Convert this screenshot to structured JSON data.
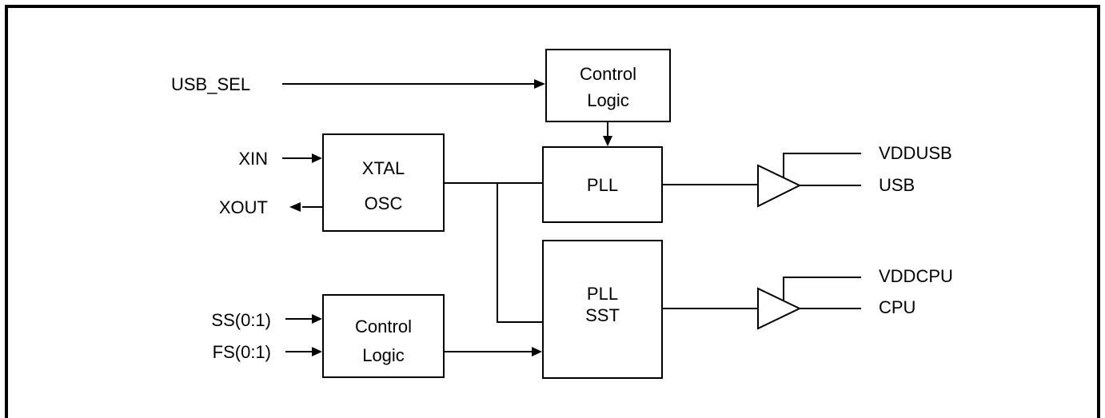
{
  "diagram": {
    "inputs": {
      "usb_sel": "USB_SEL",
      "xin": "XIN",
      "xout": "XOUT",
      "ss": "SS(0:1)",
      "fs": "FS(0:1)"
    },
    "blocks": {
      "control_logic_top": [
        "Control",
        "Logic"
      ],
      "xtal_osc": [
        "XTAL",
        "OSC"
      ],
      "pll": "PLL",
      "pll_sst": [
        "PLL",
        "SST"
      ],
      "control_logic_bottom": [
        "Control",
        "Logic"
      ]
    },
    "outputs": {
      "vddusb": "VDDUSB",
      "usb": "USB",
      "vddcpu": "VDDCPU",
      "cpu": "CPU"
    }
  }
}
